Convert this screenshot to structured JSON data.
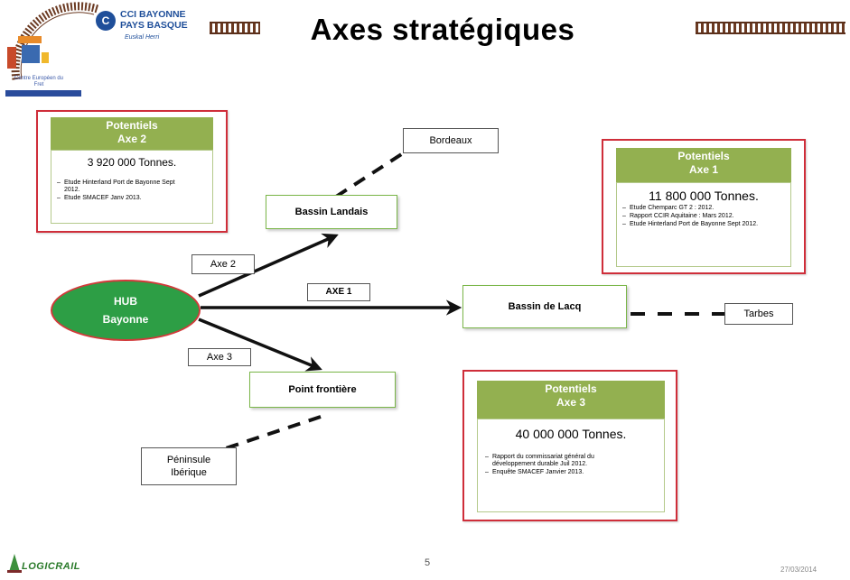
{
  "header": {
    "title": "Axes stratégiques",
    "cci_name_line1": "CCI BAYONNE",
    "cci_name_line2": "PAYS BASQUE",
    "cci_sub": "Euskal Herri",
    "centre_text": "Centre Européen du Fret"
  },
  "hub": {
    "line1": "HUB",
    "line2": "Bayonne"
  },
  "nodes": {
    "bassin_landais": "Bassin Landais",
    "bassin_lacq": "Bassin de Lacq",
    "point_frontiere": "Point frontière"
  },
  "destinations": {
    "bordeaux": "Bordeaux",
    "tarbes": "Tarbes",
    "peninsule_line1": "Péninsule",
    "peninsule_line2": "Ibérique"
  },
  "axis_labels": {
    "axe2": "Axe 2",
    "axe1": "AXE 1",
    "axe3": "Axe 3"
  },
  "potentiels": {
    "axe2": {
      "head1": "Potentiels",
      "head2": "Axe 2",
      "tonnage": "3 920 000 Tonnes.",
      "items": [
        "Etude Hinterland Port de Bayonne Sept 2012.",
        "Etude SMACEF Janv 2013."
      ]
    },
    "axe1": {
      "head1": "Potentiels",
      "head2": "Axe 1",
      "tonnage": "11 800 000 Tonnes.",
      "items": [
        "Etude Chemparc GT 2 : 2012.",
        "Rapport CCIR Aquitaine : Mars 2012.",
        "Etude Hinterland Port de Bayonne Sept 2012."
      ]
    },
    "axe3": {
      "head1": "Potentiels",
      "head2": "Axe 3",
      "tonnage": "40 000 000 Tonnes.",
      "items": [
        "Rapport du commissariat général du développement durable Juil 2012.",
        "Enquête SMACEF Janvier 2013."
      ]
    }
  },
  "footer": {
    "page": "5",
    "date": "27/03/2014",
    "logo": "LOGICRAIL"
  },
  "colors": {
    "box_border": "#cf2e3a",
    "green_head": "#93b050",
    "node_border": "#7ab648",
    "hub_fill": "#2d9e45",
    "rail": "#6b3a22"
  }
}
